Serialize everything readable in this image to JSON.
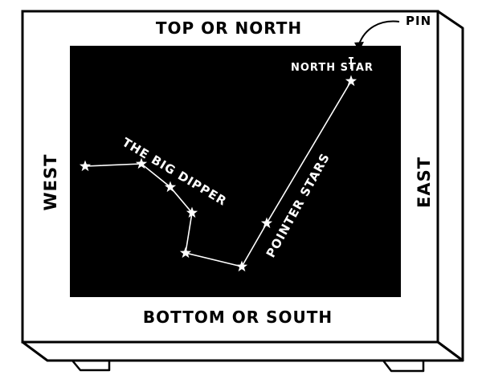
{
  "labels": {
    "top": "TOP OR NORTH",
    "bottom": "BOTTOM OR SOUTH",
    "west": "WEST",
    "east": "EAST",
    "pin": "PIN",
    "north_star": "NORTH STAR",
    "big_dipper": "THE BIG DIPPER",
    "pointer_stars": "POINTER STARS"
  },
  "colors": {
    "board": "#ffffff",
    "sky": "#000000",
    "ink": "#000000",
    "star": "#ffffff"
  }
}
